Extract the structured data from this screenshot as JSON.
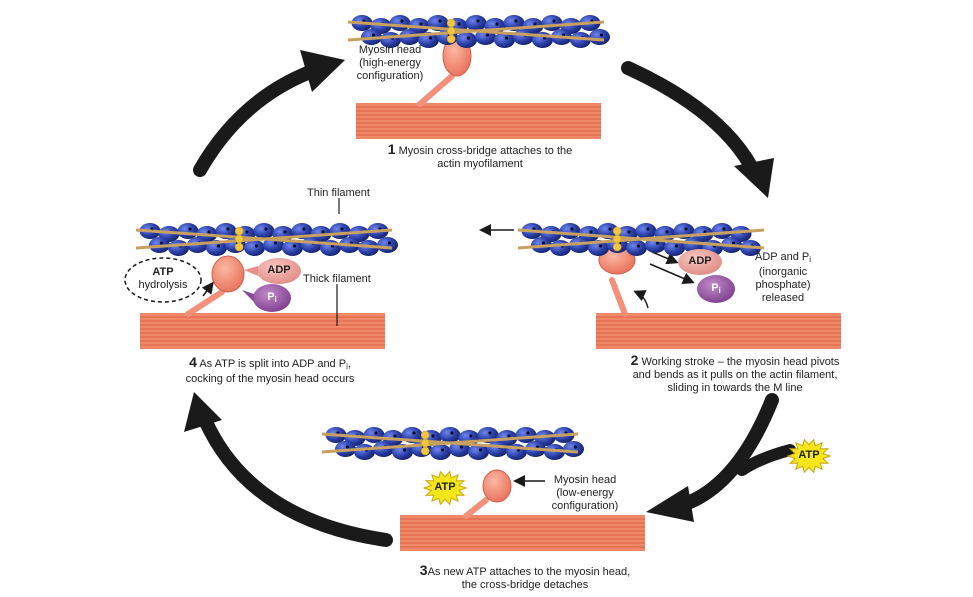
{
  "title": "",
  "steps": [
    {
      "number": "1",
      "line1": "Myosin cross-bridge attaches to the",
      "line2": "actin myofilament"
    },
    {
      "number": "2",
      "line1": "Working stroke – the myosin head pivots",
      "line2": "and bends as it pulls on the actin filament,",
      "line3": "sliding in towards the M line"
    },
    {
      "number": "3",
      "line1": "As new ATP attaches to the myosin head,",
      "line2": "the cross-bridge detaches"
    },
    {
      "number": "4",
      "line1_a": "As ATP is split into ADP and P",
      "line1_sub": "i",
      "line1_b": ",",
      "line2": "cocking of the myosin head occurs"
    }
  ],
  "labels": {
    "myosin_head_high": [
      "Myosin head",
      "(high-energy",
      "configuration)"
    ],
    "myosin_head_low": [
      "Myosin head",
      "(low-energy",
      "configuration)"
    ],
    "thin_filament": "Thin filament",
    "thick_filament": "Thick filament",
    "atp_hydrolysis": [
      "ATP",
      "hydrolysis"
    ],
    "released": {
      "line1_a": "ADP and P",
      "line1_sub": "i",
      "line2": "(inorganic",
      "line3": "phosphate)",
      "line4": "released"
    }
  },
  "molecules": {
    "adp": "ADP",
    "pi_main": "P",
    "pi_sub": "i",
    "atp": "ATP"
  },
  "colors": {
    "actin_bead": "#2a3fa8",
    "actin_bead_light": "#4a63d8",
    "tropomyosin": "#c8a060",
    "troponin": "#f2c640",
    "thick_filament": "#f08868",
    "thick_stripe": "#d8583c",
    "myosin_head": "#f4907a",
    "adp_fill": "#f0a8a0",
    "pi_fill": "#9a5aa8",
    "atp_fill": "#f5e61c",
    "arrow": "#1a1a1a"
  }
}
